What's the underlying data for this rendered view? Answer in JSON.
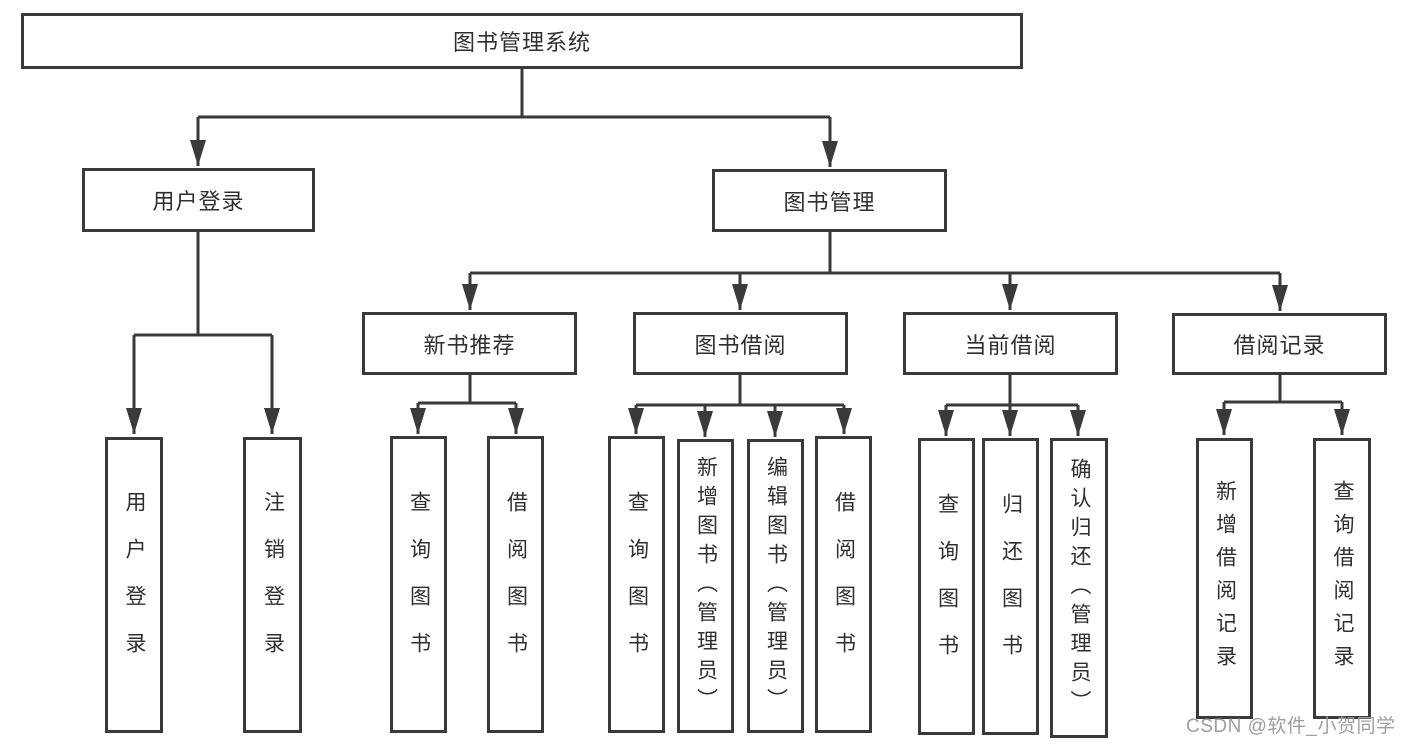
{
  "diagram": {
    "title": "图书管理系统",
    "children": [
      {
        "label": "用户登录",
        "children": [
          {
            "label": "用户登录"
          },
          {
            "label": "注销登录"
          }
        ]
      },
      {
        "label": "图书管理",
        "children": [
          {
            "label": "新书推荐",
            "children": [
              {
                "label": "查询图书"
              },
              {
                "label": "借阅图书"
              }
            ]
          },
          {
            "label": "图书借阅",
            "children": [
              {
                "label": "查询图书"
              },
              {
                "label": "新增图书（管理员）"
              },
              {
                "label": "编辑图书（管理员）"
              },
              {
                "label": "借阅图书"
              }
            ]
          },
          {
            "label": "当前借阅",
            "children": [
              {
                "label": "查询图书"
              },
              {
                "label": "归还图书"
              },
              {
                "label": "确认归还（管理员）"
              }
            ]
          },
          {
            "label": "借阅记录",
            "children": [
              {
                "label": "新增借阅记录"
              },
              {
                "label": "查询借阅记录"
              }
            ]
          }
        ]
      }
    ]
  },
  "watermark": "CSDN @软件_小贺同学",
  "colors": {
    "line": "#3a3a3a",
    "text": "#2f2f2f",
    "box_background": "#ffffff",
    "watermark": "#9e9e9e"
  }
}
